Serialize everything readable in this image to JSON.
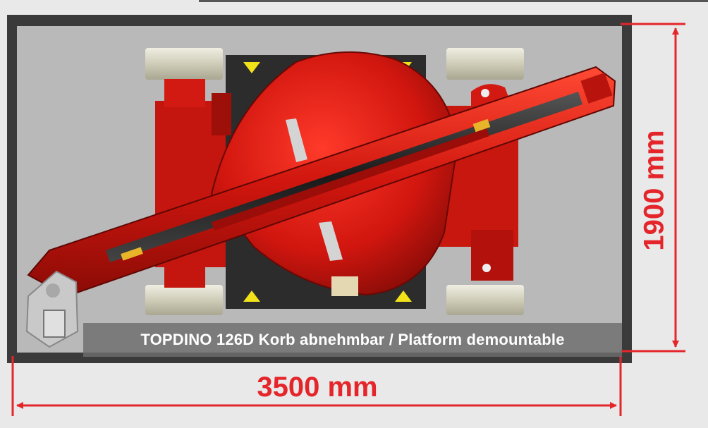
{
  "caption": "TOPDINO 126D Korb abnehmbar / Platform demountable",
  "dimensions": {
    "width_label": "3500 mm",
    "height_label": "1900 mm"
  },
  "colors": {
    "machine_red": "#d71a14",
    "dimension_red": "#e4262b",
    "frame_dark": "#3a3a3a",
    "footprint_gray": "#b9b9b9"
  }
}
